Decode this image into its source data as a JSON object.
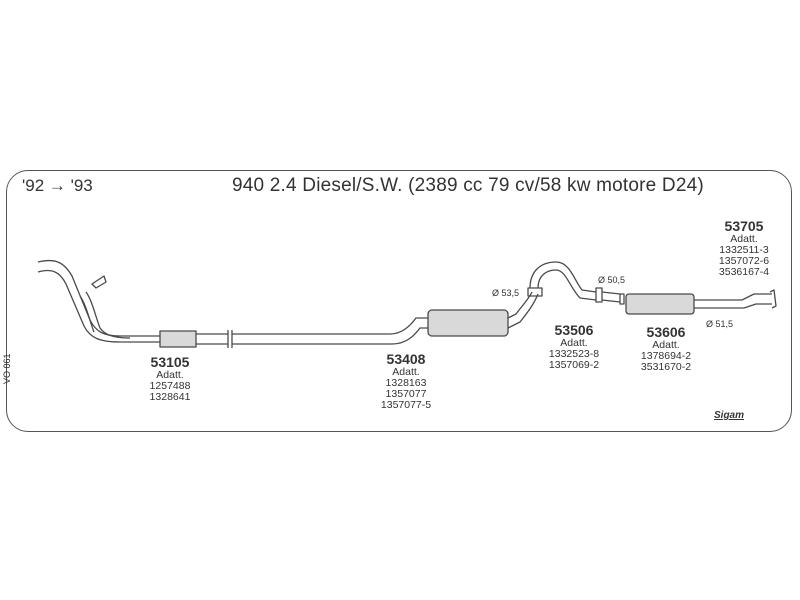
{
  "header": {
    "years": "'92 → '93",
    "title": "940 2.4 Diesel/S.W. (2389 cc 79 cv/58 kw motore D24)"
  },
  "parts": [
    {
      "code": "53105",
      "label": "Adatt.",
      "refs": [
        "1257488",
        "1328641"
      ]
    },
    {
      "code": "53408",
      "label": "Adatt.",
      "refs": [
        "1328163",
        "1357077",
        "1357077-5"
      ]
    },
    {
      "code": "53506",
      "label": "Adatt.",
      "refs": [
        "1332523-8",
        "1357069-2"
      ]
    },
    {
      "code": "53606",
      "label": "Adatt.",
      "refs": [
        "1378694-2",
        "3531670-2"
      ]
    },
    {
      "code": "53705",
      "label": "Adatt.",
      "refs": [
        "1332511-3",
        "1357072-6",
        "3536167-4"
      ]
    }
  ],
  "diameters": {
    "d1": "Ø 53,5",
    "d2": "Ø 50,5",
    "d3": "Ø 51,5"
  },
  "footer": {
    "side_code": "VO 061",
    "brand": "Sigam"
  },
  "colors": {
    "line": "#4a4a4a",
    "fill": "#d9d9d9"
  }
}
